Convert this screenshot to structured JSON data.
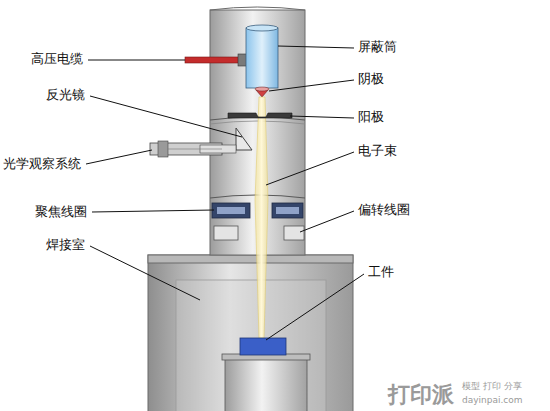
{
  "diagram": {
    "labels": [
      "高压电缆",
      "反光镜",
      "光学观察系统",
      "聚焦线圈",
      "焊接室",
      "屏蔽筒",
      "阴极",
      "阳极",
      "电子束",
      "偏转线圈",
      "工件",
      "打印派",
      "模型 打印 分享",
      "dayinpai.com"
    ]
  }
}
